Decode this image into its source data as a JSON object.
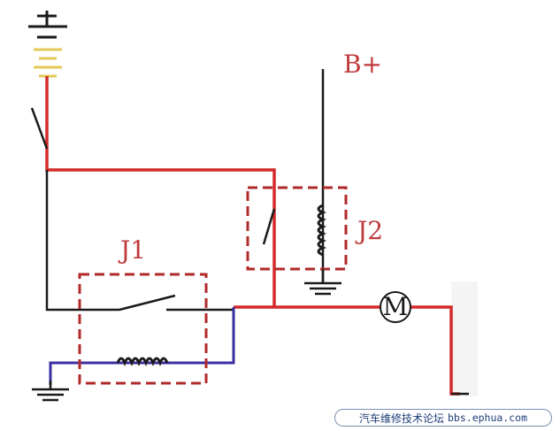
{
  "labels": {
    "b_plus": "B+",
    "relay1": "J1",
    "relay2": "J2",
    "motor": "M"
  },
  "watermark": {
    "text": "汽车维修技术论坛",
    "site": "bbs.ephua.com"
  },
  "colors": {
    "power_wire": "#d42a2a",
    "ground_wire": "#3a2fa0",
    "signal_wire": "#1a1a1a",
    "relay_box": "#b02a2a",
    "label": "#c0393b",
    "battery_cell": "#e6c85a"
  }
}
